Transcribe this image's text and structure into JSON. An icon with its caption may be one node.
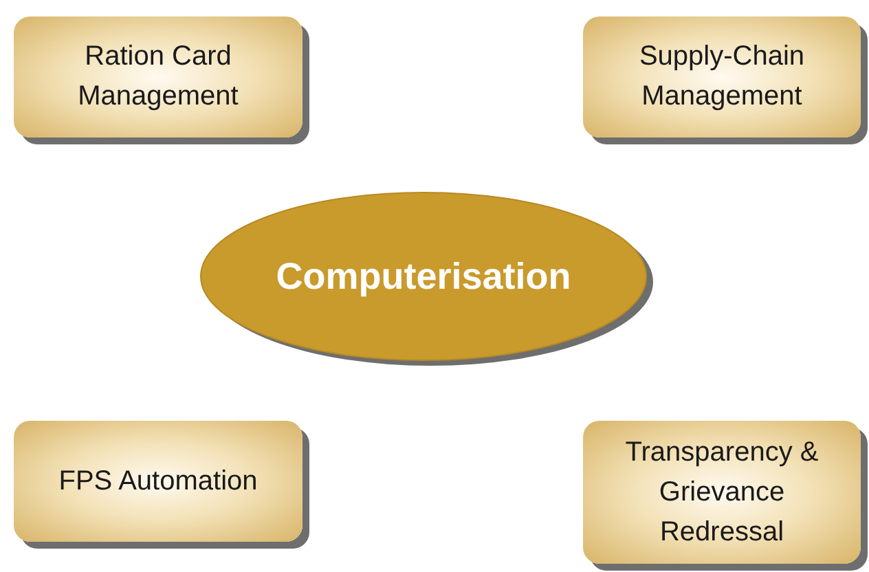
{
  "diagram": {
    "nodes": [
      {
        "text": [
          "Ration Card Management"
        ]
      },
      {
        "text": [
          "Supply-Chain Management"
        ]
      },
      {
        "text": [
          "Computerisation"
        ]
      },
      {
        "text": [
          "FPS Automation"
        ]
      },
      {
        "text": [
          "Transparency & Grievance Redressal"
        ]
      }
    ]
  }
}
